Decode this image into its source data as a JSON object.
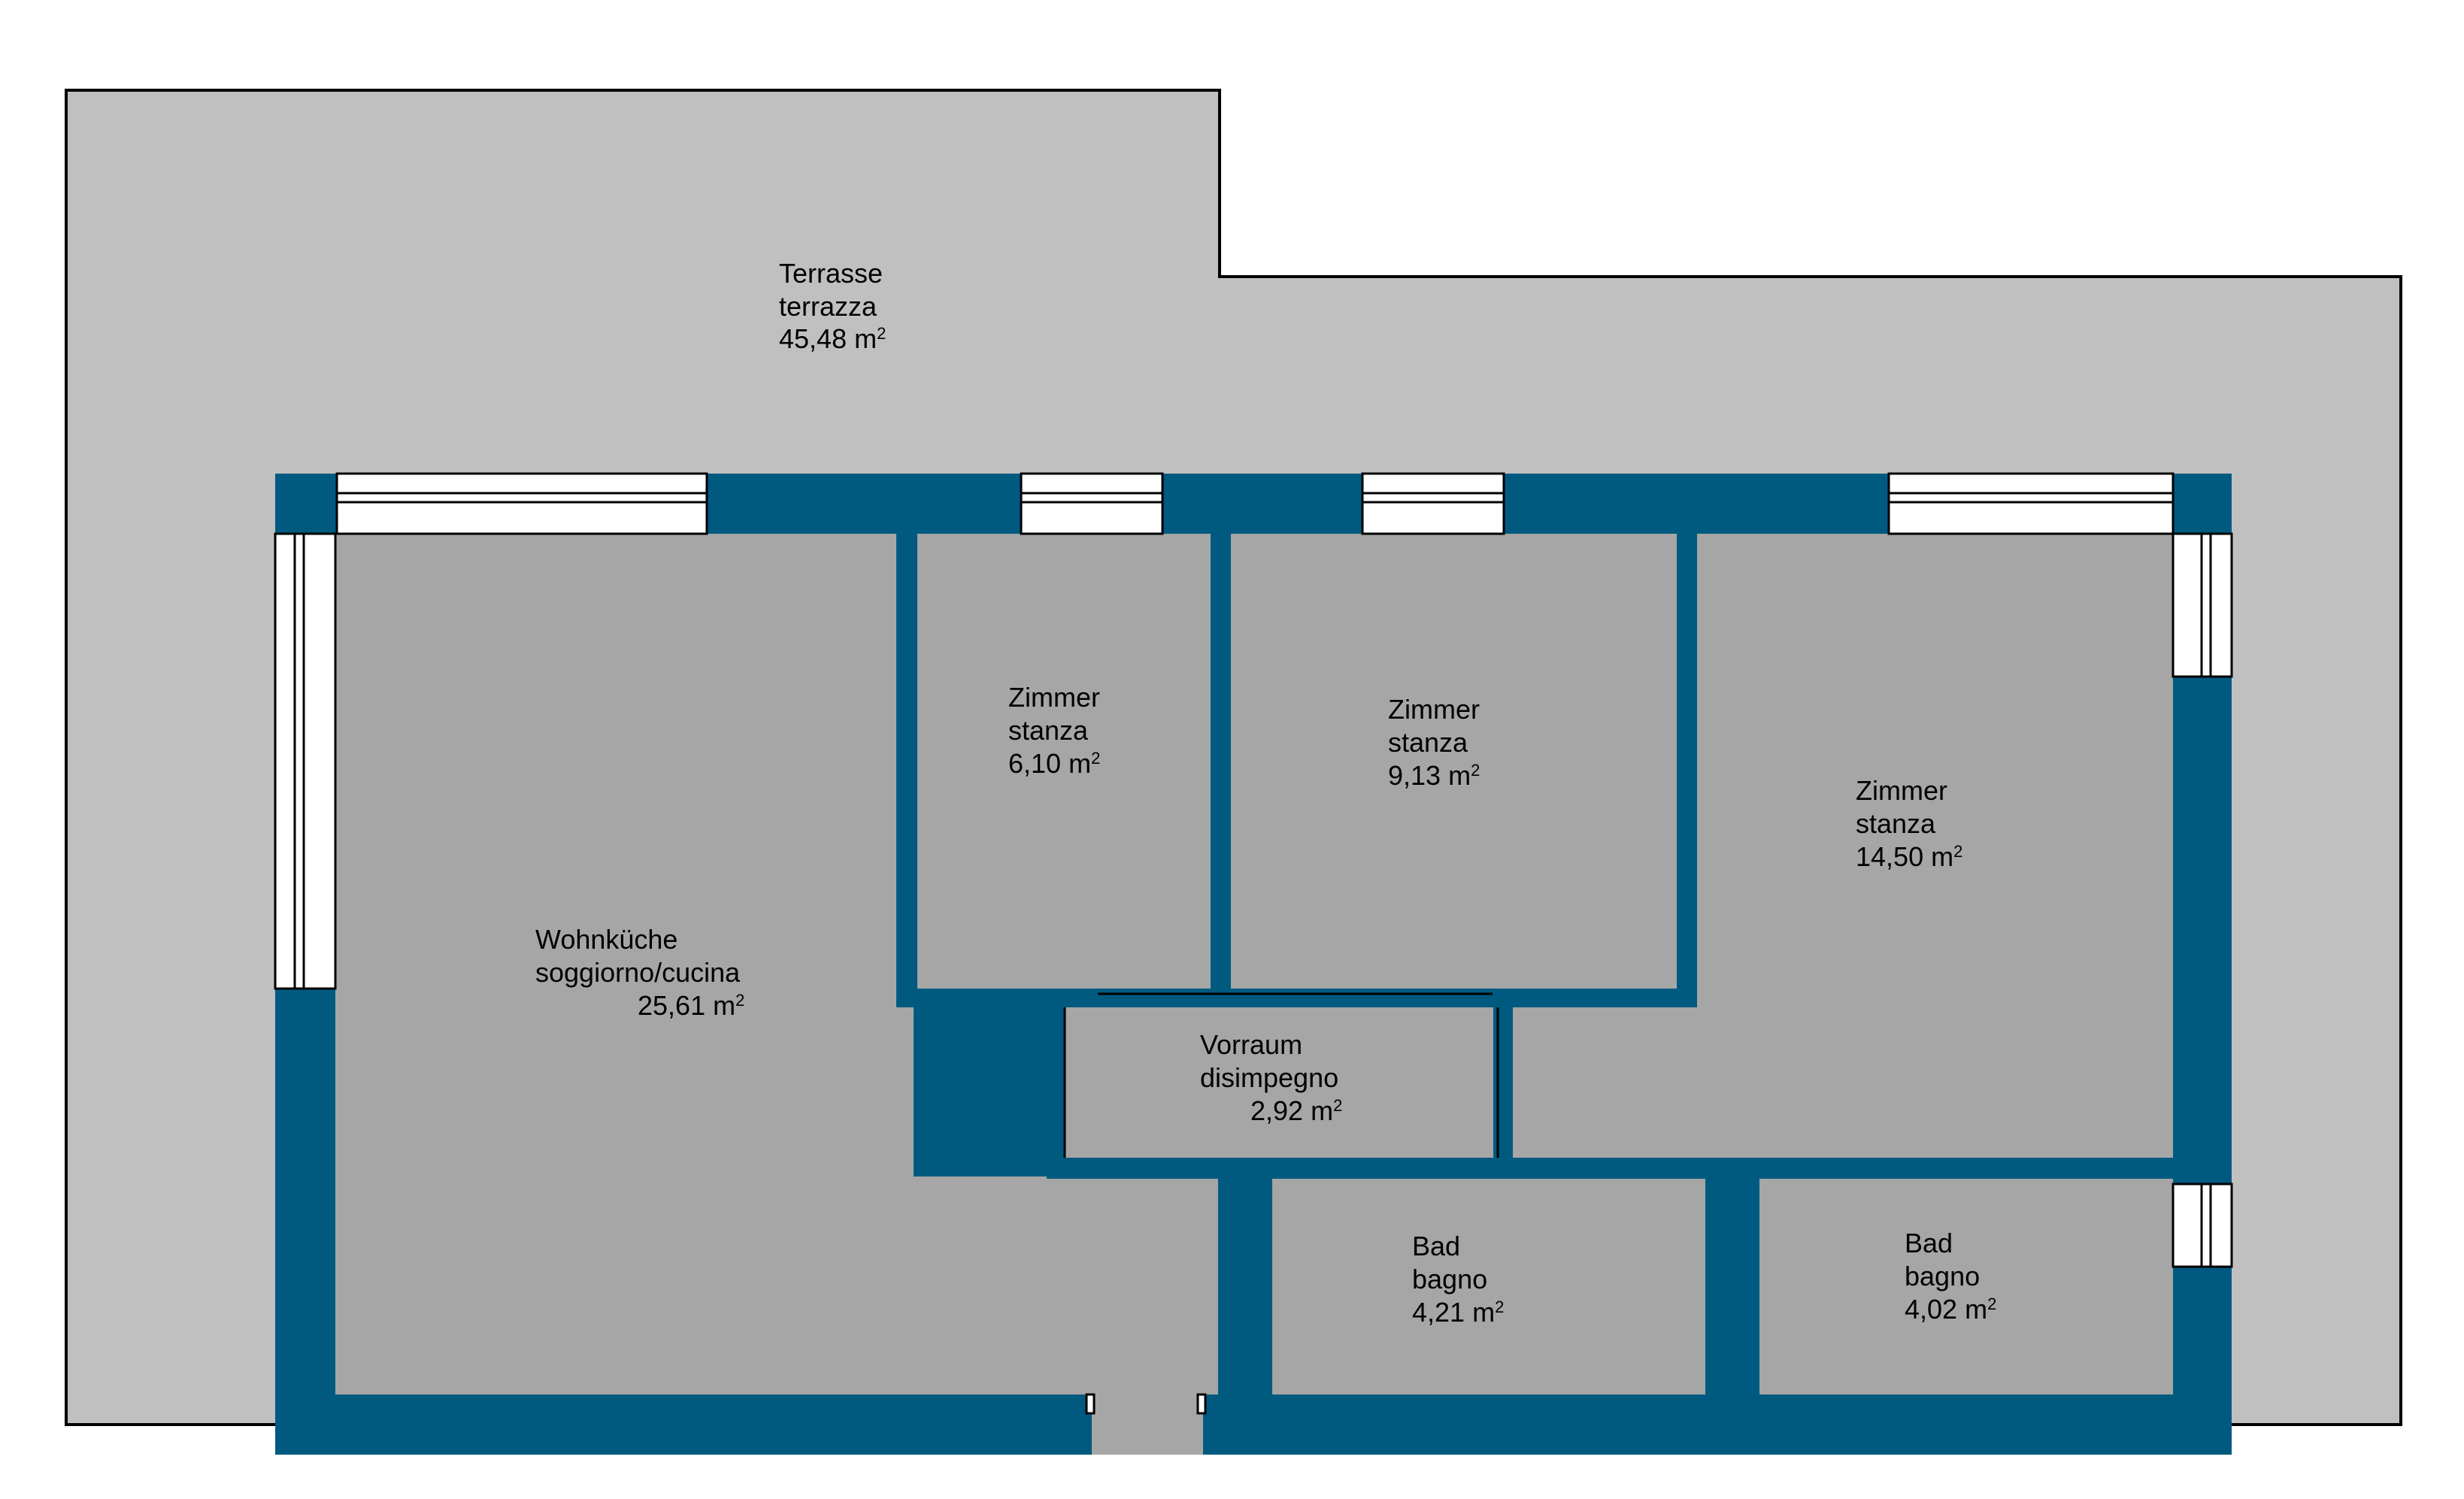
{
  "colors": {
    "terrace": "#c0c0c0",
    "room_floor": "#a6a6a6",
    "wall": "#005a80",
    "window": "#ffffff",
    "outline": "#000000",
    "text": "#000000"
  },
  "area_unit": "m",
  "area_exponent": "2",
  "rooms": {
    "terrace": {
      "name_de": "Terrasse",
      "name_it": "terrazza",
      "area": "45,48"
    },
    "living": {
      "name_de": "Wohnküche",
      "name_it": "soggiorno/cucina",
      "area": "25,61"
    },
    "room1": {
      "name_de": "Zimmer",
      "name_it": "stanza",
      "area": "6,10"
    },
    "room2": {
      "name_de": "Zimmer",
      "name_it": "stanza",
      "area": "9,13"
    },
    "room3": {
      "name_de": "Zimmer",
      "name_it": "stanza",
      "area": "14,50"
    },
    "hall": {
      "name_de": "Vorraum",
      "name_it": "disimpegno",
      "area": "2,92"
    },
    "bath1": {
      "name_de": "Bad",
      "name_it": "bagno",
      "area": "4,21"
    },
    "bath2": {
      "name_de": "Bad",
      "name_it": "bagno",
      "area": "4,02"
    }
  }
}
